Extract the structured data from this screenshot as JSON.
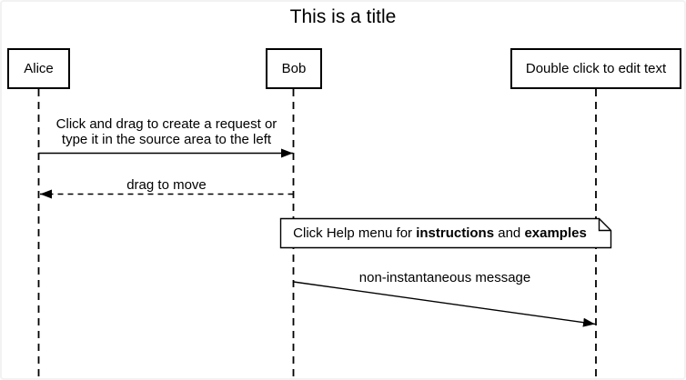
{
  "diagram": {
    "title": "This is a title",
    "actors": [
      {
        "name": "Alice"
      },
      {
        "name": "Bob"
      },
      {
        "name": "Double click to edit text"
      }
    ],
    "messages": [
      {
        "from": "Alice",
        "to": "Bob",
        "style": "solid-arrow",
        "label_line1": "Click and drag to create a request or",
        "label_line2": "type it in the source area to the left"
      },
      {
        "from": "Bob",
        "to": "Alice",
        "style": "dashed-arrow",
        "label": "drag to move"
      },
      {
        "from": "Bob",
        "to": "Double click to edit text",
        "style": "solid-arrow-slanted",
        "label": "non-instantaneous message"
      }
    ],
    "note": {
      "parts": [
        "Click Help menu for ",
        "instructions",
        " and ",
        "examples"
      ]
    },
    "colors": {
      "stroke": "#000000",
      "background": "#ffffff",
      "page_border": "#f2f2f2"
    }
  }
}
